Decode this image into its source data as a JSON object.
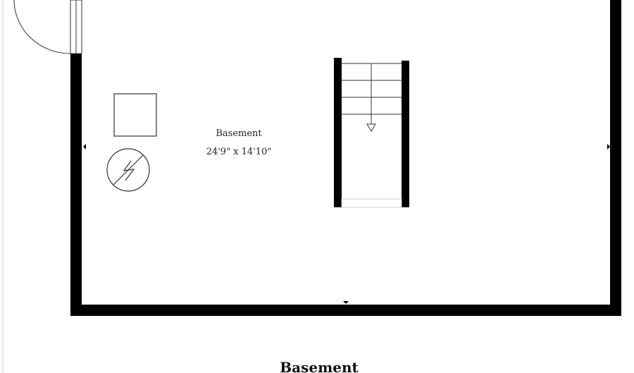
{
  "room": {
    "name": "Basement",
    "dimensions": "24'9\" x 14'10\""
  },
  "floor": {
    "title": "Basement"
  },
  "fixtures": {
    "square": "utility-square-icon",
    "electrical": "electrical-panel-icon",
    "stairs": "staircase-icon",
    "door": "door-swing-icon"
  },
  "colors": {
    "wall": "#000000",
    "line": "#333333",
    "background": "#ffffff"
  }
}
